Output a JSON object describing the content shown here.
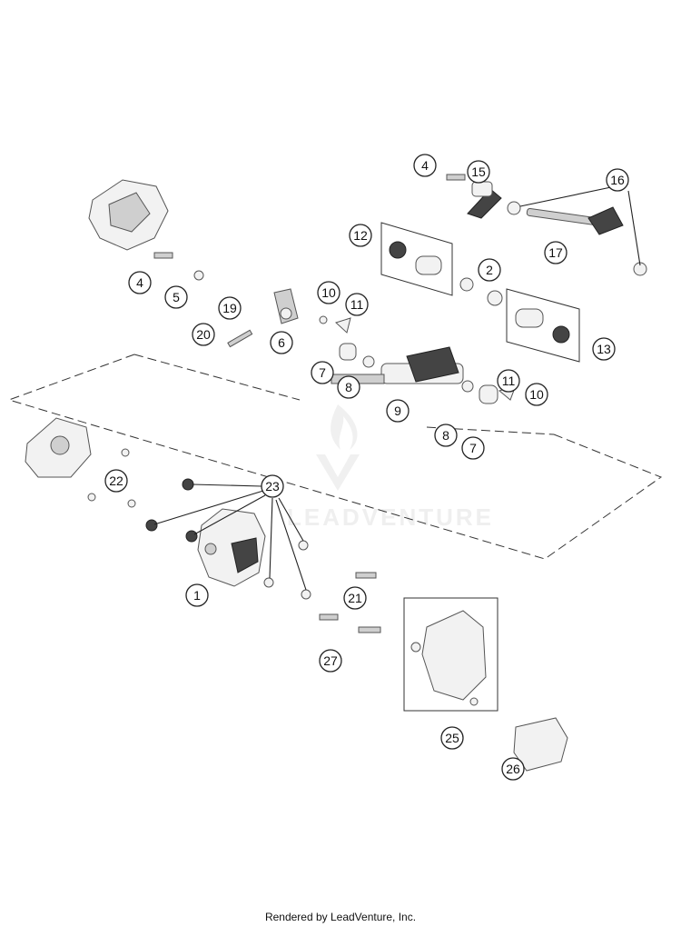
{
  "callouts": {
    "c1": "1",
    "c2": "2",
    "c4a": "4",
    "c4b": "4",
    "c5": "5",
    "c6": "6",
    "c7a": "7",
    "c7b": "7",
    "c8a": "8",
    "c8b": "8",
    "c9": "9",
    "c10a": "10",
    "c10b": "10",
    "c11a": "11",
    "c11b": "11",
    "c12": "12",
    "c13": "13",
    "c15": "15",
    "c16": "16",
    "c17": "17",
    "c19": "19",
    "c20": "20",
    "c21": "21",
    "c22": "22",
    "c23": "23",
    "c25": "25",
    "c26": "26",
    "c27": "27"
  },
  "watermark": "LEADVENTURE",
  "footer": "Rendered by LeadVenture, Inc."
}
